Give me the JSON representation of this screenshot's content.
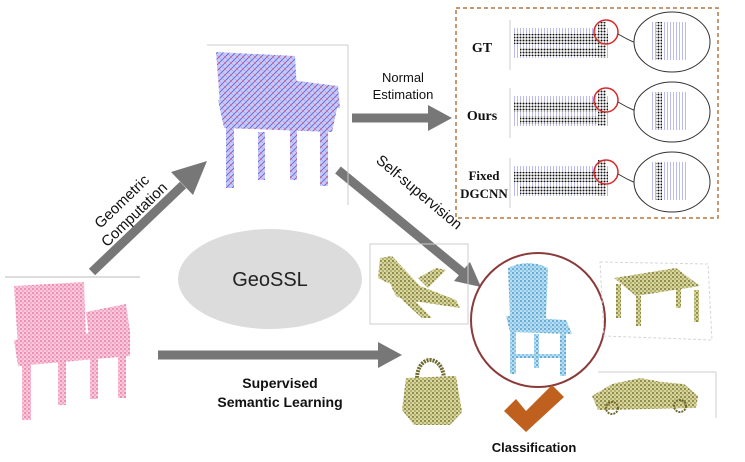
{
  "labels": {
    "center": "GeoSSL",
    "geometric_line1": "Geometric",
    "geometric_line2": "Computation",
    "normal_line1": "Normal",
    "normal_line2": "Estimation",
    "self_supervision": "Self-supervision",
    "supervised_line1": "Supervised",
    "supervised_line2": "Semantic Learning",
    "classification": "Classification"
  },
  "panel": {
    "rows": [
      {
        "label_line1": "GT",
        "label_line2": ""
      },
      {
        "label_line1": "Ours",
        "label_line2": ""
      },
      {
        "label_line1": "Fixed",
        "label_line2": "DGCNN"
      }
    ]
  },
  "icons": {
    "input": "pink-chair-point-cloud",
    "normals": "chair-with-normals",
    "airplane": "airplane-point-cloud",
    "table": "table-point-cloud",
    "handbag": "handbag-point-cloud",
    "car": "car-point-cloud",
    "blue_chair": "blue-chair-point-cloud",
    "check": "checkmark-icon"
  },
  "colors": {
    "arrow": "#777777",
    "ellipse": "#dcdcdc",
    "panel_border": "#b8763e",
    "circle": "#8b3a3a",
    "chair_pink": "#f08cb0",
    "chair_blue": "#4aa3d6",
    "normals_blue": "#6f6fe8",
    "object_olive": "#6e6a2c",
    "check": "#c0601e"
  }
}
